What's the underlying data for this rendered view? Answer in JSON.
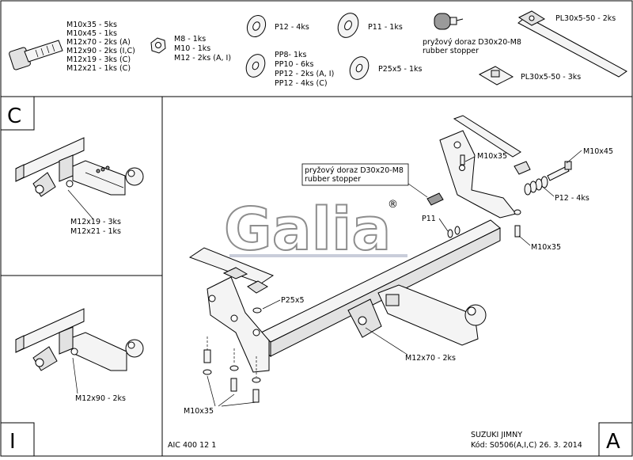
{
  "parts": {
    "bolts": [
      "M10x35 - 5ks",
      "M10x45 - 1ks",
      "M12x70 - 2ks (A)",
      "M12x90 - 2ks (I,C)",
      "M12x19 - 3ks (C)",
      "M12x21 - 1ks (C)"
    ],
    "nuts": [
      "M8 - 1ks",
      "M10 - 1ks",
      "M12 - 2ks (A, I)"
    ],
    "washer_p12": "P12 - 4ks",
    "washer_p11": "P11 - 1ks",
    "washers_pp": [
      "PP8- 1ks",
      "PP10 - 6ks",
      "PP12 - 2ks (A, I)",
      "PP12 - 4ks (C)"
    ],
    "washer_p25": "P25x5 - 1ks",
    "stopper": [
      "pryžový doraz D30x20-M8",
      "rubber stopper"
    ],
    "plate_pl30_top": "PL30x5-50 - 2ks",
    "plate_pl30_bottom": "PL30x5-50 - 3ks"
  },
  "panels": {
    "c_letter": "C",
    "c_labels": [
      "M12x19 - 3ks",
      "M12x21 - 1ks"
    ],
    "i_letter": "I",
    "i_label": "M12x90 - 2ks",
    "a_letter": "A"
  },
  "main": {
    "logo": "Galia",
    "logo_reg": "®",
    "callouts": {
      "stopper": [
        "pryžový doraz D30x20-M8",
        "rubber stopper"
      ],
      "m10x35_top": "M10x35",
      "m10x45": "M10x45",
      "p12": "P12 - 4ks",
      "p11": "P11",
      "m10x35_right": "M10x35",
      "p25x5": "P25x5",
      "m12x70": "M12x70 - 2ks",
      "m10x35_bottom": "M10x35"
    }
  },
  "footer": {
    "code": "AIC 400 12 1",
    "vehicle": "SUZUKI JIMNY",
    "kod": "Kód: S0506(A,I,C)  26. 3. 2014"
  }
}
